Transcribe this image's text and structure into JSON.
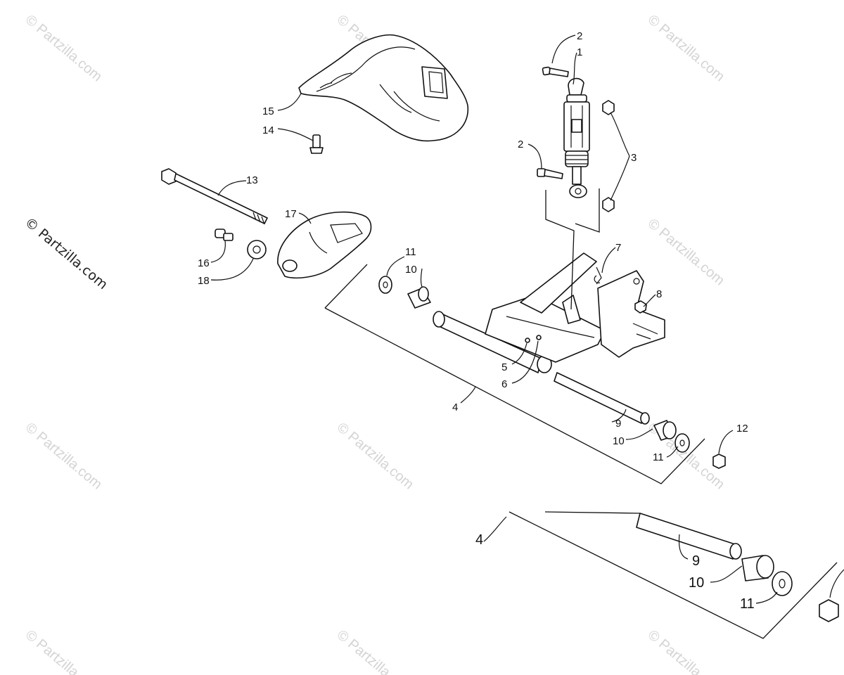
{
  "watermark": {
    "tile_text": "© Partzilla.com",
    "side_text": "© Partzilla.com"
  },
  "callouts": {
    "c1": "1",
    "c2a": "2",
    "c2b": "2",
    "c3": "3",
    "c4a": "4",
    "c4b": "4",
    "c5": "5",
    "c6": "6",
    "c7": "7",
    "c8": "8",
    "c9a": "9",
    "c9b": "9",
    "c10a": "10",
    "c10b": "10",
    "c10c": "10",
    "c11a": "11",
    "c11b": "11",
    "c11c": "11",
    "c12": "12",
    "c13": "13",
    "c14": "14",
    "c15": "15",
    "c16": "16",
    "c17": "17",
    "c18": "18"
  }
}
